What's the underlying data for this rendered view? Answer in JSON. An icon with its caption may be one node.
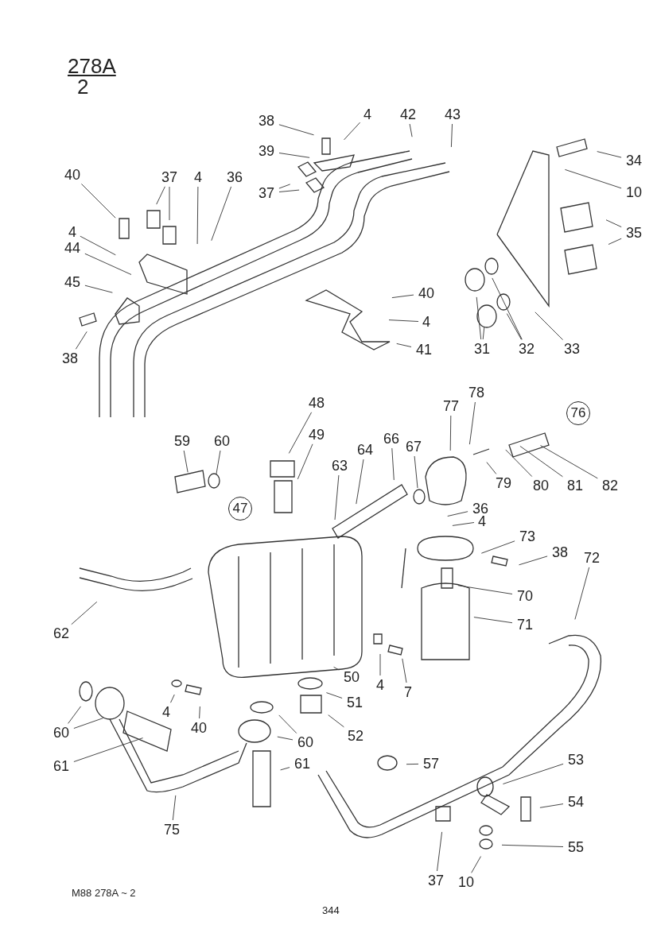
{
  "diagram": {
    "nodes": [
      {
        "text": [
          "38"
        ]
      },
      {
        "text": [
          "4"
        ]
      },
      {
        "text": [
          "42"
        ]
      },
      {
        "text": [
          "43"
        ]
      },
      {
        "text": [
          "39"
        ]
      },
      {
        "text": [
          "37"
        ]
      },
      {
        "text": [
          "40"
        ]
      },
      {
        "text": [
          "37"
        ]
      },
      {
        "text": [
          "4"
        ]
      },
      {
        "text": [
          "36"
        ]
      },
      {
        "text": [
          "34"
        ]
      },
      {
        "text": [
          "10"
        ]
      },
      {
        "text": [
          "35"
        ]
      },
      {
        "text": [
          "4"
        ]
      },
      {
        "text": [
          "44"
        ]
      },
      {
        "text": [
          "45"
        ]
      },
      {
        "text": [
          "38"
        ]
      },
      {
        "text": [
          "40"
        ]
      },
      {
        "text": [
          "4"
        ]
      },
      {
        "text": [
          "41"
        ]
      },
      {
        "text": [
          "31"
        ]
      },
      {
        "text": [
          "32"
        ]
      },
      {
        "text": [
          "33"
        ]
      },
      {
        "text": [
          "48"
        ]
      },
      {
        "text": [
          "49"
        ]
      },
      {
        "text": [
          "59"
        ]
      },
      {
        "text": [
          "60"
        ]
      },
      {
        "text": [
          "47"
        ]
      },
      {
        "text": [
          "77"
        ]
      },
      {
        "text": [
          "78"
        ]
      },
      {
        "text": [
          "76"
        ]
      },
      {
        "text": [
          "63"
        ]
      },
      {
        "text": [
          "64"
        ]
      },
      {
        "text": [
          "66"
        ]
      },
      {
        "text": [
          "67"
        ]
      },
      {
        "text": [
          "79"
        ]
      },
      {
        "text": [
          "80"
        ]
      },
      {
        "text": [
          "81"
        ]
      },
      {
        "text": [
          "82"
        ]
      },
      {
        "text": [
          "36"
        ]
      },
      {
        "text": [
          "4"
        ]
      },
      {
        "text": [
          "73"
        ]
      },
      {
        "text": [
          "38"
        ]
      },
      {
        "text": [
          "72"
        ]
      },
      {
        "text": [
          "70"
        ]
      },
      {
        "text": [
          "71"
        ]
      },
      {
        "text": [
          "62"
        ]
      },
      {
        "text": [
          "50"
        ]
      },
      {
        "text": [
          "4"
        ]
      },
      {
        "text": [
          "7"
        ]
      },
      {
        "text": [
          "51"
        ]
      },
      {
        "text": [
          "52"
        ]
      },
      {
        "text": [
          "4"
        ]
      },
      {
        "text": [
          "40"
        ]
      },
      {
        "text": [
          "60"
        ]
      },
      {
        "text": [
          "60"
        ]
      },
      {
        "text": [
          "61"
        ]
      },
      {
        "text": [
          "61"
        ]
      },
      {
        "text": [
          "57"
        ]
      },
      {
        "text": [
          "53"
        ]
      },
      {
        "text": [
          "54"
        ]
      },
      {
        "text": [
          "55"
        ]
      },
      {
        "text": [
          "75"
        ]
      },
      {
        "text": [
          "37"
        ]
      },
      {
        "text": [
          "10"
        ]
      }
    ],
    "edges": [
      {
        "from": 0,
        "to": null,
        "arrow": "none"
      },
      {
        "from": 1,
        "to": null,
        "arrow": "none"
      },
      {
        "from": 2,
        "to": null,
        "arrow": "none"
      },
      {
        "from": 3,
        "to": null,
        "arrow": "none"
      },
      {
        "from": 4,
        "to": null,
        "arrow": "none"
      },
      {
        "from": 5,
        "to": null,
        "arrow": "none"
      },
      {
        "from": 5,
        "to": null,
        "arrow": "none"
      },
      {
        "from": 6,
        "to": null,
        "arrow": "none"
      },
      {
        "from": 7,
        "to": null,
        "arrow": "none"
      },
      {
        "from": 7,
        "to": null,
        "arrow": "none"
      },
      {
        "from": 8,
        "to": null,
        "arrow": "none"
      },
      {
        "from": 9,
        "to": null,
        "arrow": "none"
      },
      {
        "from": 10,
        "to": null,
        "arrow": "none"
      },
      {
        "from": 11,
        "to": null,
        "arrow": "none"
      },
      {
        "from": 12,
        "to": null,
        "arrow": "none"
      },
      {
        "from": 12,
        "to": null,
        "arrow": "none"
      },
      {
        "from": 13,
        "to": null,
        "arrow": "none"
      },
      {
        "from": 14,
        "to": null,
        "arrow": "none"
      },
      {
        "from": 15,
        "to": null,
        "arrow": "none"
      },
      {
        "from": 16,
        "to": null,
        "arrow": "none"
      },
      {
        "from": 17,
        "to": null,
        "arrow": "none"
      },
      {
        "from": 18,
        "to": null,
        "arrow": "none"
      },
      {
        "from": 19,
        "to": null,
        "arrow": "none"
      },
      {
        "from": 20,
        "to": null,
        "arrow": "none"
      },
      {
        "from": 20,
        "to": null,
        "arrow": "none"
      },
      {
        "from": 21,
        "to": null,
        "arrow": "none"
      },
      {
        "from": 21,
        "to": null,
        "arrow": "none"
      },
      {
        "from": 22,
        "to": null,
        "arrow": "none"
      },
      {
        "from": 23,
        "to": null,
        "arrow": "none"
      },
      {
        "from": 24,
        "to": null,
        "arrow": "none"
      },
      {
        "from": 25,
        "to": null,
        "arrow": "none"
      },
      {
        "from": 26,
        "to": null,
        "arrow": "none"
      },
      {
        "from": 28,
        "to": null,
        "arrow": "none"
      },
      {
        "from": 29,
        "to": null,
        "arrow": "none"
      },
      {
        "from": 31,
        "to": null,
        "arrow": "none"
      },
      {
        "from": 32,
        "to": null,
        "arrow": "none"
      },
      {
        "from": 33,
        "to": null,
        "arrow": "none"
      },
      {
        "from": 34,
        "to": null,
        "arrow": "none"
      },
      {
        "from": 35,
        "to": null,
        "arrow": "none"
      },
      {
        "from": 36,
        "to": null,
        "arrow": "none"
      },
      {
        "from": 37,
        "to": null,
        "arrow": "none"
      },
      {
        "from": 38,
        "to": null,
        "arrow": "none"
      },
      {
        "from": 39,
        "to": null,
        "arrow": "none"
      },
      {
        "from": 40,
        "to": null,
        "arrow": "none"
      },
      {
        "from": 41,
        "to": null,
        "arrow": "none"
      },
      {
        "from": 42,
        "to": null,
        "arrow": "none"
      },
      {
        "from": 43,
        "to": null,
        "arrow": "none"
      },
      {
        "from": 44,
        "to": null,
        "arrow": "none"
      },
      {
        "from": 45,
        "to": null,
        "arrow": "none"
      },
      {
        "from": 46,
        "to": null,
        "arrow": "none"
      },
      {
        "from": 47,
        "to": null,
        "arrow": "none"
      },
      {
        "from": 48,
        "to": null,
        "arrow": "none"
      },
      {
        "from": 49,
        "to": null,
        "arrow": "none"
      },
      {
        "from": 50,
        "to": null,
        "arrow": "none"
      },
      {
        "from": 51,
        "to": null,
        "arrow": "none"
      },
      {
        "from": 52,
        "to": null,
        "arrow": "none"
      },
      {
        "from": 53,
        "to": null,
        "arrow": "none"
      },
      {
        "from": 54,
        "to": null,
        "arrow": "none"
      },
      {
        "from": 54,
        "to": null,
        "arrow": "none"
      },
      {
        "from": 55,
        "to": null,
        "arrow": "none"
      },
      {
        "from": 55,
        "to": null,
        "arrow": "none"
      },
      {
        "from": 56,
        "to": null,
        "arrow": "none"
      },
      {
        "from": 57,
        "to": null,
        "arrow": "none"
      },
      {
        "from": 58,
        "to": null,
        "arrow": "none"
      },
      {
        "from": 59,
        "to": null,
        "arrow": "none"
      },
      {
        "from": 60,
        "to": null,
        "arrow": "none"
      },
      {
        "from": 61,
        "to": null,
        "arrow": "none"
      },
      {
        "from": 62,
        "to": null,
        "arrow": "none"
      },
      {
        "from": 63,
        "to": null,
        "arrow": "none"
      },
      {
        "from": 64,
        "to": null,
        "arrow": "none"
      }
    ],
    "labels": [
      "278A",
      "2",
      "M88  278A ~ 2",
      "344"
    ]
  }
}
